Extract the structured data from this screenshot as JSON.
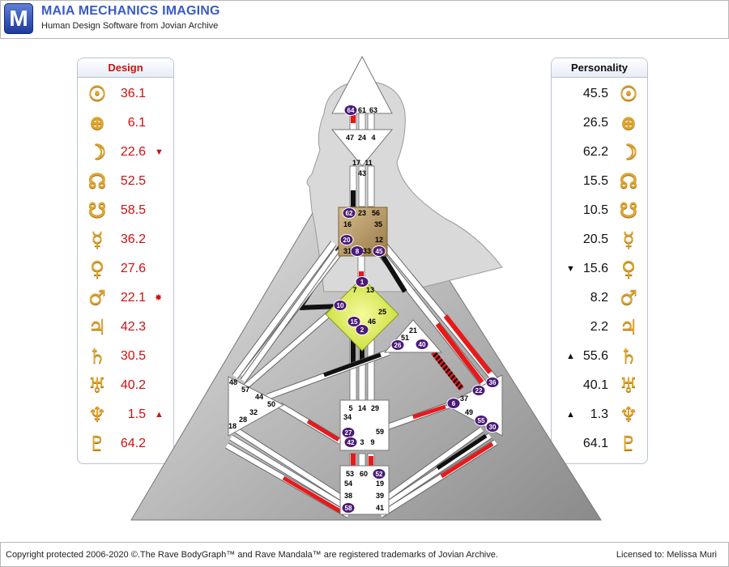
{
  "app": {
    "logo_letter": "M",
    "title": "MAIA MECHANICS IMAGING",
    "subtitle": "Human Design Software from Jovian Archive"
  },
  "design": {
    "title": "Design",
    "color": "#d01010",
    "rows": [
      {
        "planet": "sun-icon",
        "glyph": "☉",
        "value": "36.1",
        "mark": ""
      },
      {
        "planet": "earth-icon",
        "glyph": "⊕",
        "value": "6.1",
        "mark": ""
      },
      {
        "planet": "moon-icon",
        "glyph": "☽",
        "value": "22.6",
        "mark": "▼"
      },
      {
        "planet": "north-node-icon",
        "glyph": "☊",
        "value": "52.5",
        "mark": ""
      },
      {
        "planet": "south-node-icon",
        "glyph": "☋",
        "value": "58.5",
        "mark": ""
      },
      {
        "planet": "mercury-icon",
        "glyph": "☿",
        "value": "36.2",
        "mark": ""
      },
      {
        "planet": "venus-icon",
        "glyph": "♀",
        "value": "27.6",
        "mark": ""
      },
      {
        "planet": "mars-icon",
        "glyph": "♂",
        "value": "22.1",
        "mark": "✸"
      },
      {
        "planet": "jupiter-icon",
        "glyph": "♃",
        "value": "42.3",
        "mark": ""
      },
      {
        "planet": "saturn-icon",
        "glyph": "♄",
        "value": "30.5",
        "mark": ""
      },
      {
        "planet": "uranus-icon",
        "glyph": "♅",
        "value": "40.2",
        "mark": ""
      },
      {
        "planet": "neptune-icon",
        "glyph": "♆",
        "value": "1.5",
        "mark": "▲"
      },
      {
        "planet": "pluto-icon",
        "glyph": "♇",
        "value": "64.2",
        "mark": ""
      }
    ]
  },
  "personality": {
    "title": "Personality",
    "color": "#111111",
    "rows": [
      {
        "planet": "sun-icon",
        "glyph": "☉",
        "value": "45.5",
        "mark": ""
      },
      {
        "planet": "earth-icon",
        "glyph": "⊕",
        "value": "26.5",
        "mark": ""
      },
      {
        "planet": "moon-icon",
        "glyph": "☽",
        "value": "62.2",
        "mark": ""
      },
      {
        "planet": "north-node-icon",
        "glyph": "☊",
        "value": "15.5",
        "mark": ""
      },
      {
        "planet": "south-node-icon",
        "glyph": "☋",
        "value": "10.5",
        "mark": ""
      },
      {
        "planet": "mercury-icon",
        "glyph": "☿",
        "value": "20.5",
        "mark": ""
      },
      {
        "planet": "venus-icon",
        "glyph": "♀",
        "value": "15.6",
        "mark": "▼"
      },
      {
        "planet": "mars-icon",
        "glyph": "♂",
        "value": "8.2",
        "mark": ""
      },
      {
        "planet": "jupiter-icon",
        "glyph": "♃",
        "value": "2.2",
        "mark": ""
      },
      {
        "planet": "saturn-icon",
        "glyph": "♄",
        "value": "55.6",
        "mark": "▲"
      },
      {
        "planet": "uranus-icon",
        "glyph": "♅",
        "value": "40.1",
        "mark": ""
      },
      {
        "planet": "neptune-icon",
        "glyph": "♆",
        "value": "1.3",
        "mark": "▲"
      },
      {
        "planet": "pluto-icon",
        "glyph": "♇",
        "value": "64.1",
        "mark": ""
      }
    ]
  },
  "bodygraph": {
    "colors": {
      "design": "#e8191b",
      "personality": "#111111",
      "open": "#ffffff",
      "defined_center": "#b89a6c",
      "g_center": "#e8f27a",
      "gate_badge": "#4b1b78"
    },
    "centers": {
      "head": [
        "64",
        "61",
        "63"
      ],
      "ajna": [
        "47",
        "24",
        "4",
        "17",
        "11",
        "43"
      ],
      "throat": [
        "62",
        "23",
        "56",
        "16",
        "35",
        "20",
        "12",
        "31",
        "8",
        "33",
        "45"
      ],
      "g": [
        "1",
        "7",
        "13",
        "10",
        "25",
        "15",
        "46",
        "2"
      ],
      "heart": [
        "21",
        "51",
        "26",
        "40"
      ],
      "spleen": [
        "48",
        "57",
        "44",
        "50",
        "32",
        "28",
        "18"
      ],
      "sacral": [
        "5",
        "14",
        "29",
        "34",
        "59",
        "27",
        "42",
        "3",
        "9"
      ],
      "solar_plexus": [
        "36",
        "22",
        "37",
        "6",
        "49",
        "55",
        "30"
      ],
      "root": [
        "53",
        "60",
        "52",
        "54",
        "19",
        "38",
        "39",
        "58",
        "41"
      ]
    },
    "badged_gates": [
      "64",
      "62",
      "20",
      "8",
      "45",
      "1",
      "10",
      "15",
      "2",
      "26",
      "40",
      "27",
      "42",
      "36",
      "22",
      "6",
      "55",
      "30",
      "52",
      "58"
    ]
  },
  "footer": {
    "copyright": "Copyright protected 2006-2020 ©.The Rave BodyGraph™ and Rave Mandala™ are registered trademarks of Jovian Archive.",
    "licensed": "Licensed to: Melissa Muri"
  }
}
